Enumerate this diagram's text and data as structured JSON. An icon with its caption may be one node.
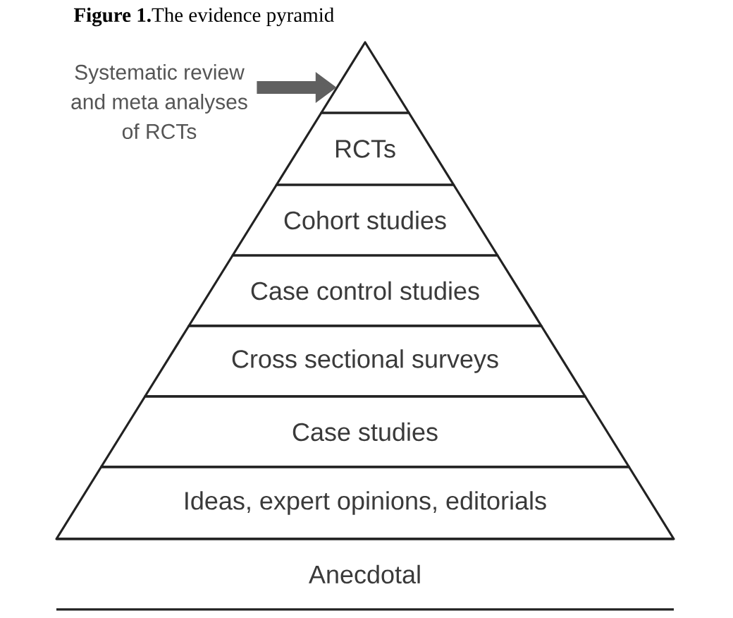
{
  "diagram": {
    "title": "**Figure 1.**The evidence pyramid",
    "nodes": [
      {
        "text": [
          "Systematic review and meta analyses of RCTs"
        ]
      },
      {
        "text": [],
        "shape": "triangle"
      },
      {
        "text": [
          "RCTs"
        ]
      },
      {
        "text": [
          "Cohort studies"
        ]
      },
      {
        "text": [
          "Case control studies"
        ]
      },
      {
        "text": [
          "Cross sectional surveys"
        ]
      },
      {
        "text": [
          "Case studies"
        ]
      },
      {
        "text": [
          "Ideas, expert opinions, editorials"
        ]
      },
      {
        "text": [
          "Anecdotal"
        ]
      }
    ],
    "edges": [
      {
        "from": 0,
        "to": 1,
        "arrow": "to"
      }
    ]
  }
}
